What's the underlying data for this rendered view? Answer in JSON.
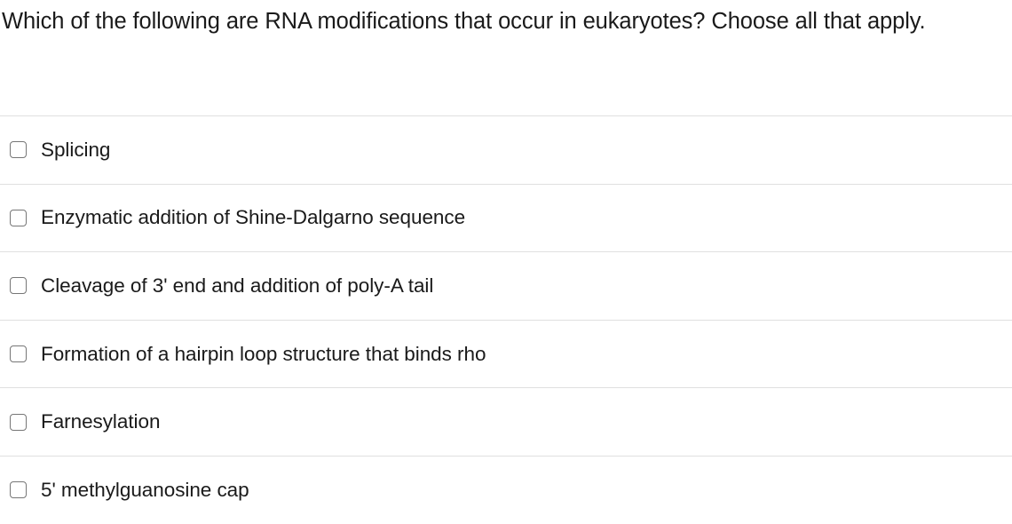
{
  "question": {
    "text": "Which of the following are RNA modifications that occur in eukaryotes? Choose all that apply."
  },
  "options": [
    {
      "label": "Splicing",
      "checked": false
    },
    {
      "label": "Enzymatic addition of Shine-Dalgarno sequence",
      "checked": false
    },
    {
      "label": "Cleavage of 3' end and addition of poly-A tail",
      "checked": false
    },
    {
      "label": "Formation of a hairpin loop structure that binds rho",
      "checked": false
    },
    {
      "label": "Farnesylation",
      "checked": false
    },
    {
      "label": "5' methylguanosine cap",
      "checked": false
    }
  ],
  "style": {
    "text_color": "#1a1a1a",
    "divider_color": "#e0e0e0",
    "checkbox_border_color": "#767676",
    "background_color": "#ffffff"
  }
}
